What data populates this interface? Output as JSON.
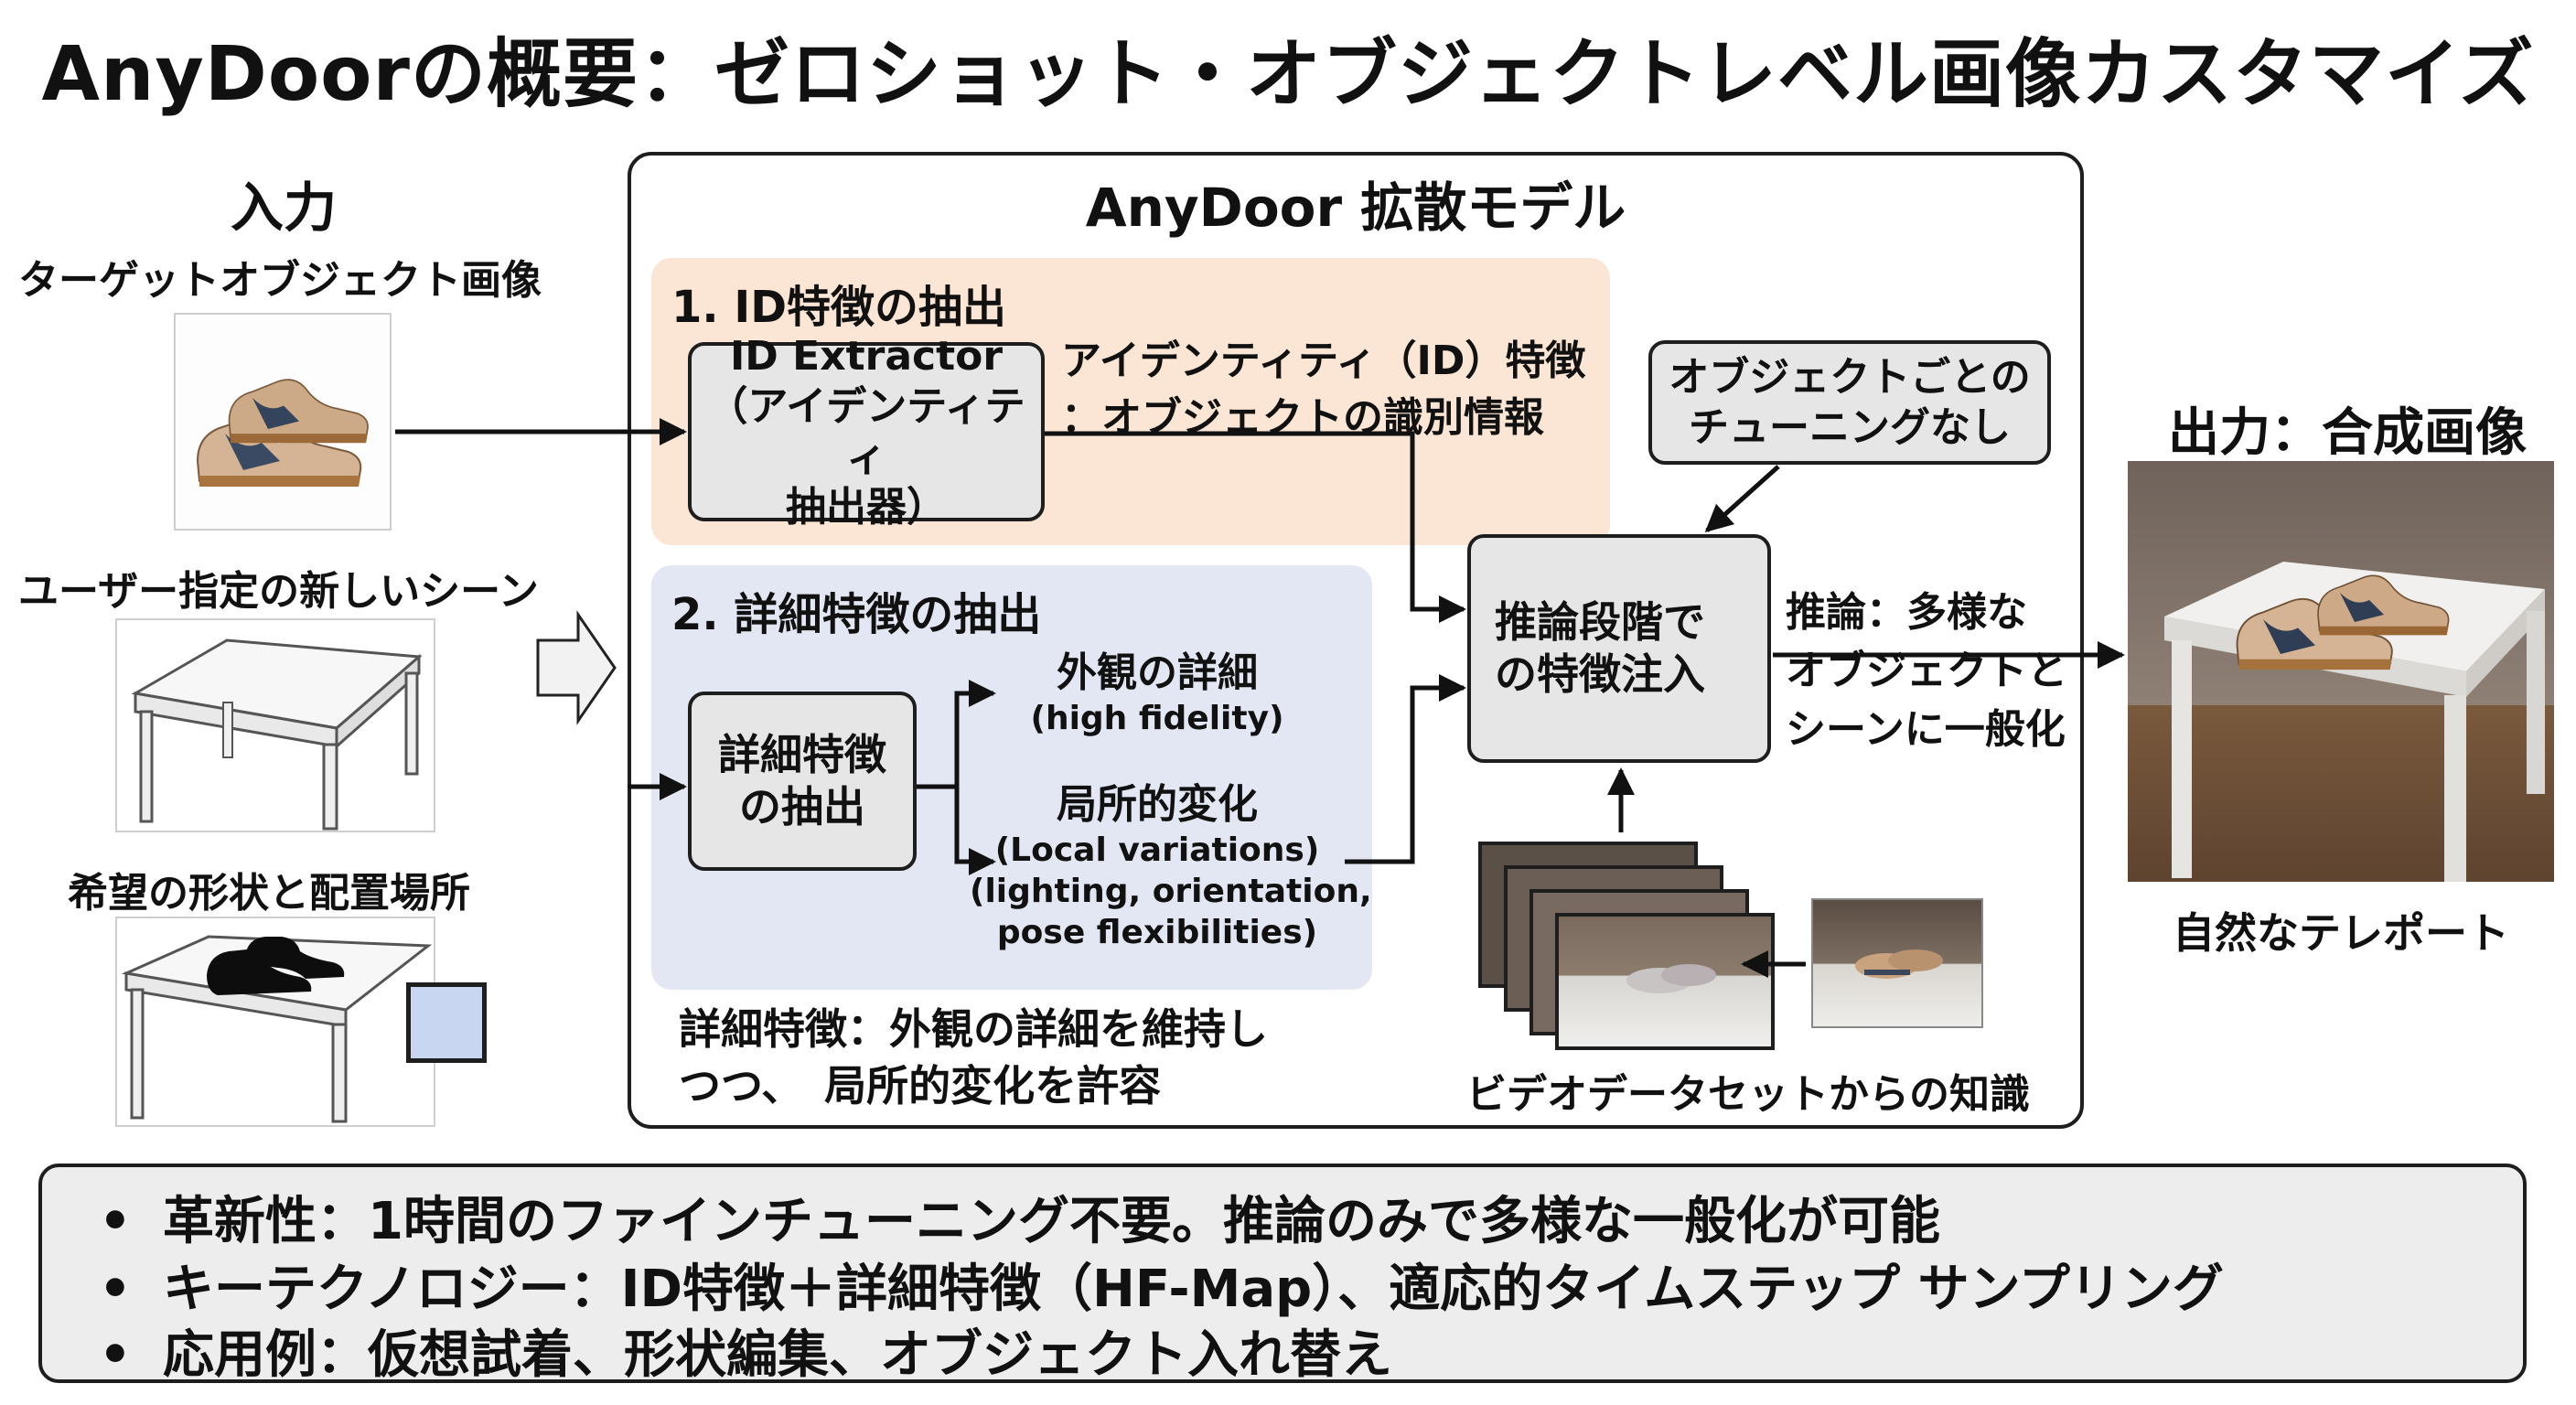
{
  "title": "AnyDoorの概要：ゼロショット・オブジェクトレベル画像カスタマイズ",
  "input": {
    "heading": "入力",
    "target_label": "ターゲットオブジェクト画像",
    "scene_label": "ユーザー指定の新しいシーン",
    "shape_label": "希望の形状と配置場所"
  },
  "model": {
    "heading": "AnyDoor 拡散モデル",
    "id_section": {
      "title": "1. ID特徴の抽出",
      "extractor_line1": "ID Extractor",
      "extractor_line2": "（アイデンティティ",
      "extractor_line3": "抽出器）",
      "desc_line1": "アイデンティティ（ID）特徴",
      "desc_line2": "：オブジェクトの識別情報"
    },
    "detail_section": {
      "title": "2. 詳細特徴の抽出",
      "node_line1": "詳細特徴",
      "node_line2": "の抽出",
      "branch1_title": "外観の詳細",
      "branch1_sub": "(high fidelity)",
      "branch2_title": "局所的変化",
      "branch2_sub1": "(Local variations)",
      "branch2_sub2": "(lighting, orientation,",
      "branch2_sub3": "pose flexibilities)",
      "note_line1": "詳細特徴：外観の詳細を維持し",
      "note_line2": "つつ、　局所的変化を許容"
    },
    "no_tuning_line1": "オブジェクトごとの",
    "no_tuning_line2": "チューニングなし",
    "inject_line1": "推論段階で",
    "inject_line2": "の特徴注入",
    "video_caption": "ビデオデータセットからの知識"
  },
  "output": {
    "heading": "出力：合成画像",
    "arrow_label_line1": "推論：多様な",
    "arrow_label_line2": "オブジェクトと",
    "arrow_label_line3": "シーンに一般化",
    "caption": "自然なテレポート"
  },
  "summary": [
    "革新性：1時間のファインチューニング不要。推論のみで多様な一般化が可能",
    "キーテクノロジー：ID特徴＋詳細特徴（HF-Map）、適応的タイムステップ サンプリング",
    "応用例：仮想試着、形状編集、オブジェクト入れ替え"
  ],
  "bullet_symbol": "•",
  "icons": [
    "shoe-photo-icon",
    "table-sketch-icon",
    "shoe-silhouette-icon",
    "hollow-arrow-icon"
  ],
  "colors": {
    "id_region": "#fbe5d4",
    "detail_region": "#e3e7f3",
    "node_fill": "#e6e6e6",
    "summary_fill": "#ededed",
    "placement_box": "#c9d6f2"
  }
}
